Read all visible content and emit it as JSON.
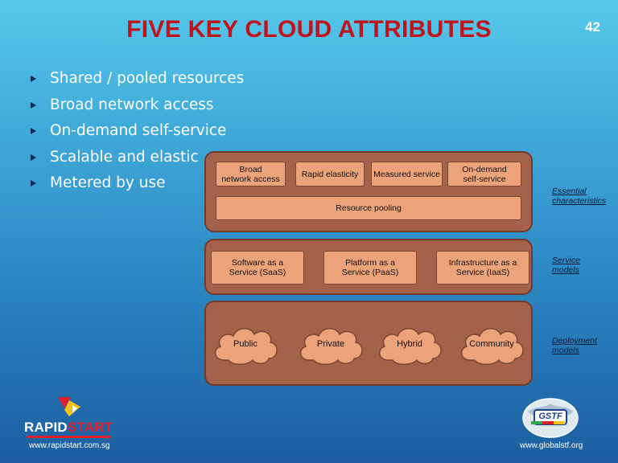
{
  "title": "FIVE KEY CLOUD ATTRIBUTES",
  "slide_number": "42",
  "bullets": [
    "Shared / pooled resources",
    "Broad network access",
    "On-demand self-service",
    "Scalable and elastic",
    "Metered by use"
  ],
  "diagram": {
    "essential": {
      "label": "Essential\ncharacteristics",
      "items": [
        "Broad\nnetwork access",
        "Rapid elasticity",
        "Measured service",
        "On-demand\nself-service"
      ],
      "pooling": "Resource pooling"
    },
    "service": {
      "label": "Service\nmodels",
      "items": [
        "Software as a\nService (SaaS)",
        "Platform as a\nService (PaaS)",
        "Infrastructure as a\nService (IaaS)"
      ]
    },
    "deployment": {
      "label": "Deployment\nmodels",
      "items": [
        "Public",
        "Private",
        "Hybrid",
        "Community"
      ]
    }
  },
  "footer": {
    "left_logo_text_a": "RAPID",
    "left_logo_text_b": "START",
    "left_url": "www.rapidstart.com.sg",
    "right_logo_text": "GSTF",
    "right_url": "www.globalstf.org"
  },
  "colors": {
    "title": "#c0141c",
    "layer": "#a5624a",
    "box": "#eca37a",
    "cloud": "#eca37a"
  }
}
